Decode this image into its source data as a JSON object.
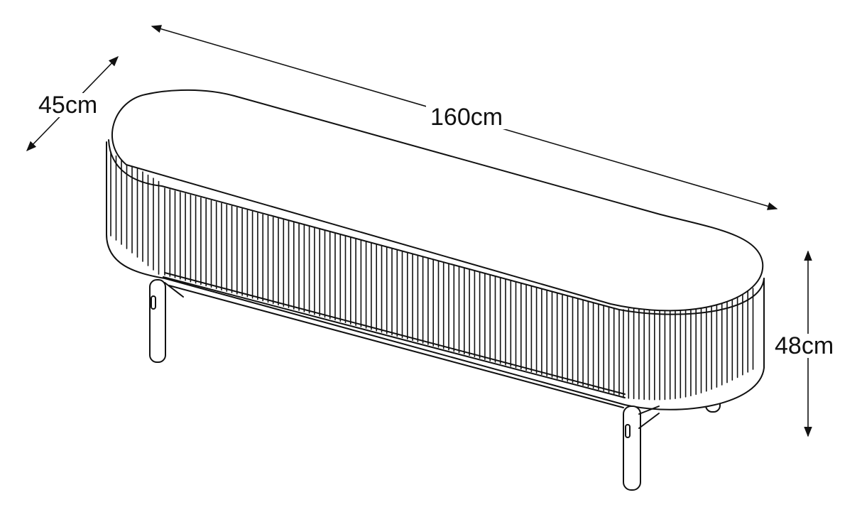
{
  "dimensions": {
    "depth": "45cm",
    "length": "160cm",
    "height": "48cm"
  },
  "colors": {
    "line": "#111111",
    "background": "#ffffff"
  }
}
